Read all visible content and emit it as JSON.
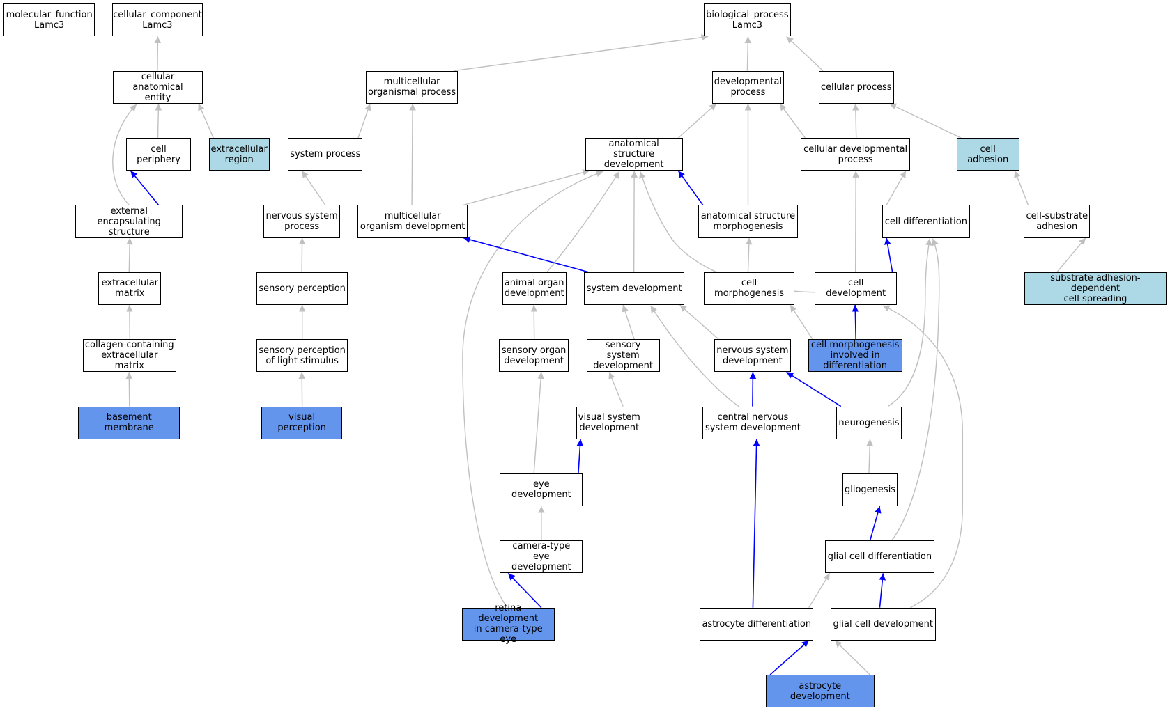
{
  "colors": {
    "highlight_light": "#add8e6",
    "highlight_dark": "#6495ed",
    "edge_blue": "#0000ff",
    "edge_gray": "#c0c0c0"
  },
  "nodes": {
    "mf": {
      "label": "molecular_function\nLamc3",
      "fill": "plain"
    },
    "cc": {
      "label": "cellular_component\nLamc3",
      "fill": "plain"
    },
    "bp": {
      "label": "biological_process\nLamc3",
      "fill": "plain"
    },
    "cae": {
      "label": "cellular anatomical\nentity",
      "fill": "plain"
    },
    "mop": {
      "label": "multicellular\norganismal process",
      "fill": "plain"
    },
    "devp": {
      "label": "developmental\nprocess",
      "fill": "plain"
    },
    "cellp": {
      "label": "cellular process",
      "fill": "plain"
    },
    "cper": {
      "label": "cell periphery",
      "fill": "plain"
    },
    "exreg": {
      "label": "extracellular\nregion",
      "fill": "light"
    },
    "sysp": {
      "label": "system process",
      "fill": "plain"
    },
    "asd": {
      "label": "anatomical structure\ndevelopment",
      "fill": "plain"
    },
    "cdp": {
      "label": "cellular developmental\nprocess",
      "fill": "plain"
    },
    "cadh": {
      "label": "cell adhesion",
      "fill": "light"
    },
    "ees": {
      "label": "external encapsulating\nstructure",
      "fill": "plain"
    },
    "nsp": {
      "label": "nervous system\nprocess",
      "fill": "plain"
    },
    "mod": {
      "label": "multicellular\norganism development",
      "fill": "plain"
    },
    "asm": {
      "label": "anatomical structure\nmorphogenesis",
      "fill": "plain"
    },
    "cdiff": {
      "label": "cell differentiation",
      "fill": "plain"
    },
    "csa": {
      "label": "cell-substrate\nadhesion",
      "fill": "plain"
    },
    "ecm": {
      "label": "extracellular\nmatrix",
      "fill": "plain"
    },
    "sper": {
      "label": "sensory perception",
      "fill": "plain"
    },
    "aod": {
      "label": "animal organ\ndevelopment",
      "fill": "plain"
    },
    "sysd": {
      "label": "system development",
      "fill": "plain"
    },
    "cmorph": {
      "label": "cell morphogenesis",
      "fill": "plain"
    },
    "celld": {
      "label": "cell development",
      "fill": "plain"
    },
    "sadcs": {
      "label": "substrate adhesion-dependent\ncell spreading",
      "fill": "light"
    },
    "ccecm": {
      "label": "collagen-containing\nextracellular\nmatrix",
      "fill": "plain"
    },
    "spls": {
      "label": "sensory perception\nof light stimulus",
      "fill": "plain"
    },
    "sod": {
      "label": "sensory organ\ndevelopment",
      "fill": "plain"
    },
    "ssd": {
      "label": "sensory system\ndevelopment",
      "fill": "plain"
    },
    "nsd": {
      "label": "nervous system\ndevelopment",
      "fill": "plain"
    },
    "cmid": {
      "label": "cell morphogenesis\ninvolved in\ndifferentiation",
      "fill": "dark"
    },
    "bm": {
      "label": "basement membrane",
      "fill": "dark"
    },
    "vp": {
      "label": "visual perception",
      "fill": "dark"
    },
    "vsd": {
      "label": "visual system\ndevelopment",
      "fill": "plain"
    },
    "cnsd": {
      "label": "central nervous\nsystem development",
      "fill": "plain"
    },
    "neur": {
      "label": "neurogenesis",
      "fill": "plain"
    },
    "eyed": {
      "label": "eye development",
      "fill": "plain"
    },
    "glio": {
      "label": "gliogenesis",
      "fill": "plain"
    },
    "cted": {
      "label": "camera-type\neye development",
      "fill": "plain"
    },
    "gcdiff": {
      "label": "glial cell differentiation",
      "fill": "plain"
    },
    "rdcte": {
      "label": "retina development\nin camera-type\neye",
      "fill": "dark"
    },
    "astdiff": {
      "label": "astrocyte differentiation",
      "fill": "plain"
    },
    "gcdev": {
      "label": "glial cell development",
      "fill": "plain"
    },
    "astdev": {
      "label": "astrocyte development",
      "fill": "dark"
    }
  },
  "edges": [
    {
      "from": "cae",
      "to": "cc",
      "color": "gray"
    },
    {
      "from": "mop",
      "to": "bp",
      "color": "gray"
    },
    {
      "from": "devp",
      "to": "bp",
      "color": "gray"
    },
    {
      "from": "cellp",
      "to": "bp",
      "color": "gray"
    },
    {
      "from": "cper",
      "to": "cae",
      "color": "gray"
    },
    {
      "from": "exreg",
      "to": "cae",
      "color": "gray"
    },
    {
      "from": "ees",
      "to": "cae",
      "color": "gray"
    },
    {
      "from": "sysp",
      "to": "mop",
      "color": "gray"
    },
    {
      "from": "mod",
      "to": "mop",
      "color": "gray"
    },
    {
      "from": "asd",
      "to": "devp",
      "color": "gray"
    },
    {
      "from": "asm",
      "to": "devp",
      "color": "gray"
    },
    {
      "from": "cdp",
      "to": "devp",
      "color": "gray"
    },
    {
      "from": "cdp",
      "to": "cellp",
      "color": "gray"
    },
    {
      "from": "cadh",
      "to": "cellp",
      "color": "gray"
    },
    {
      "from": "ees",
      "to": "cper",
      "color": "blue"
    },
    {
      "from": "nsp",
      "to": "sysp",
      "color": "gray"
    },
    {
      "from": "mod",
      "to": "asd",
      "color": "gray"
    },
    {
      "from": "asm",
      "to": "asd",
      "color": "blue"
    },
    {
      "from": "aod",
      "to": "asd",
      "color": "gray"
    },
    {
      "from": "sysd",
      "to": "asd",
      "color": "gray"
    },
    {
      "from": "celld",
      "to": "asd",
      "color": "gray"
    },
    {
      "from": "rdcte",
      "to": "asd",
      "color": "gray"
    },
    {
      "from": "cdiff",
      "to": "cdp",
      "color": "gray"
    },
    {
      "from": "celld",
      "to": "cdp",
      "color": "gray"
    },
    {
      "from": "csa",
      "to": "cadh",
      "color": "gray"
    },
    {
      "from": "ecm",
      "to": "ees",
      "color": "gray"
    },
    {
      "from": "sper",
      "to": "nsp",
      "color": "gray"
    },
    {
      "from": "sysd",
      "to": "mod",
      "color": "blue"
    },
    {
      "from": "cmorph",
      "to": "asm",
      "color": "gray"
    },
    {
      "from": "celld",
      "to": "cdiff",
      "color": "blue"
    },
    {
      "from": "neur",
      "to": "cdiff",
      "color": "gray"
    },
    {
      "from": "gcdiff",
      "to": "cdiff",
      "color": "gray"
    },
    {
      "from": "sadcs",
      "to": "csa",
      "color": "gray"
    },
    {
      "from": "ccecm",
      "to": "ecm",
      "color": "gray"
    },
    {
      "from": "spls",
      "to": "sper",
      "color": "gray"
    },
    {
      "from": "sod",
      "to": "aod",
      "color": "gray"
    },
    {
      "from": "ssd",
      "to": "sysd",
      "color": "gray"
    },
    {
      "from": "nsd",
      "to": "sysd",
      "color": "gray"
    },
    {
      "from": "cnsd",
      "to": "sysd",
      "color": "gray"
    },
    {
      "from": "cmid",
      "to": "cmorph",
      "color": "gray"
    },
    {
      "from": "cmid",
      "to": "celld",
      "color": "blue"
    },
    {
      "from": "gcdev",
      "to": "celld",
      "color": "gray"
    },
    {
      "from": "bm",
      "to": "ccecm",
      "color": "gray"
    },
    {
      "from": "vp",
      "to": "spls",
      "color": "gray"
    },
    {
      "from": "eyed",
      "to": "sod",
      "color": "gray"
    },
    {
      "from": "vsd",
      "to": "ssd",
      "color": "gray"
    },
    {
      "from": "cnsd",
      "to": "nsd",
      "color": "blue"
    },
    {
      "from": "neur",
      "to": "nsd",
      "color": "blue"
    },
    {
      "from": "eyed",
      "to": "vsd",
      "color": "blue"
    },
    {
      "from": "astdiff",
      "to": "cnsd",
      "color": "blue"
    },
    {
      "from": "glio",
      "to": "neur",
      "color": "gray"
    },
    {
      "from": "cted",
      "to": "eyed",
      "color": "gray"
    },
    {
      "from": "gcdiff",
      "to": "glio",
      "color": "blue"
    },
    {
      "from": "rdcte",
      "to": "cted",
      "color": "blue"
    },
    {
      "from": "astdiff",
      "to": "gcdiff",
      "color": "gray"
    },
    {
      "from": "gcdev",
      "to": "gcdiff",
      "color": "blue"
    },
    {
      "from": "astdev",
      "to": "astdiff",
      "color": "blue"
    },
    {
      "from": "astdev",
      "to": "gcdev",
      "color": "gray"
    }
  ]
}
